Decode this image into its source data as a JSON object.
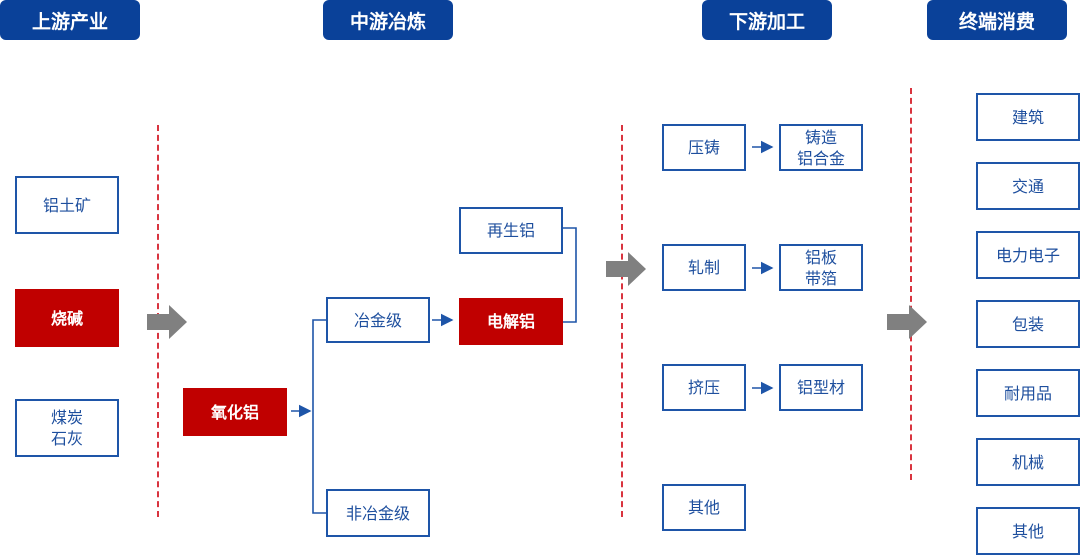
{
  "headers": [
    "上游产业",
    "中游冶炼",
    "下游加工",
    "终端消费"
  ],
  "upstream": {
    "bauxite": "铝土矿",
    "caustic_soda": "烧碱",
    "coal_lime": [
      "煤炭",
      "石灰"
    ]
  },
  "midstream": {
    "alumina": "氧化铝",
    "metallurgical": "冶金级",
    "non_metallurgical": "非冶金级",
    "recycled": "再生铝",
    "electrolytic": "电解铝"
  },
  "downstream": {
    "die_casting": "压铸",
    "casting_alloy": [
      "铸造",
      "铝合金"
    ],
    "rolling": "轧制",
    "sheet_foil": [
      "铝板",
      "带箔"
    ],
    "extrusion": "挤压",
    "profile": "铝型材",
    "other": "其他"
  },
  "consumption": [
    "建筑",
    "交通",
    "电力电子",
    "包装",
    "耐用品",
    "机械",
    "其他"
  ],
  "colors": {
    "header": "#0a4199",
    "highlight": "#c00000",
    "line": "#1e55a8",
    "divider": "#d9343f",
    "arrow": "#808080"
  }
}
